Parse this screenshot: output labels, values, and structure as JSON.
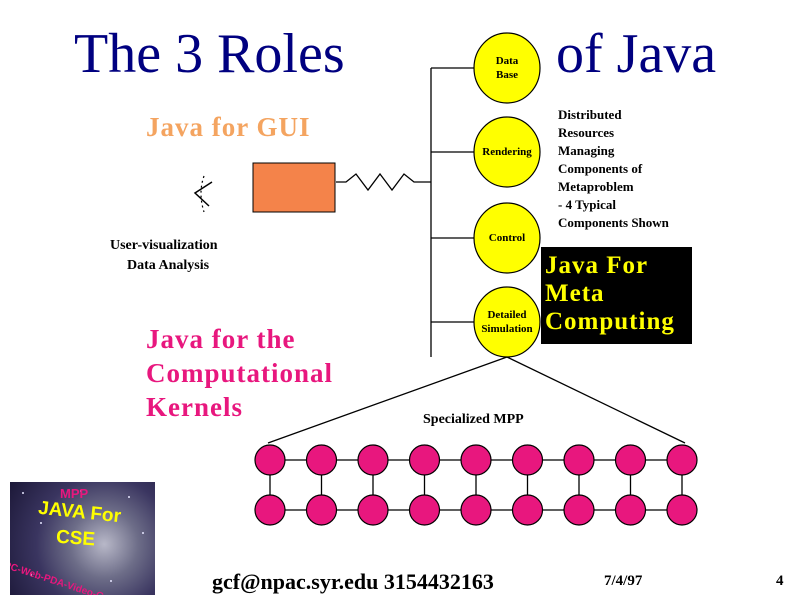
{
  "title": {
    "left": "The 3 Roles",
    "right": "of Java"
  },
  "gui": {
    "heading": "Java for GUI",
    "caption": [
      "User-visualization",
      "Data Analysis"
    ]
  },
  "kernels": {
    "lines": [
      "Java for the",
      "Computational",
      "Kernels"
    ]
  },
  "nodes": [
    {
      "label": [
        "Data",
        "Base"
      ]
    },
    {
      "label": [
        "Rendering"
      ]
    },
    {
      "label": [
        "Control"
      ]
    },
    {
      "label": [
        "Detailed",
        "Simulation"
      ]
    }
  ],
  "distributed_note": [
    "Distributed",
    "Resources",
    "Managing",
    "Components of",
    "Metaproblem",
    "- 4 Typical",
    "Components Shown"
  ],
  "meta_box": {
    "lines": [
      "Java For",
      "Meta",
      "Computing"
    ]
  },
  "mpp": {
    "label": "Specialized MPP",
    "rows": 2,
    "columns": 9
  },
  "logo": {
    "text_mpp": "MPP",
    "text_java": "JAVA For",
    "text_cse": "CSE",
    "text_arc": "PC-Web-PDA-Video-Games"
  },
  "footer": {
    "contact": "gcf@npac.syr.edu 3154432163",
    "date": "7/4/97",
    "page": "4"
  },
  "colors": {
    "title": "#000080",
    "gui_heading": "#f4a460",
    "kernel_heading": "#e8177e",
    "node_fill": "#ffff00",
    "mpp_node_fill": "#e8177e",
    "meta_box_bg": "#000000",
    "meta_box_text": "#ffff00",
    "gui_box": "#f4834a"
  }
}
